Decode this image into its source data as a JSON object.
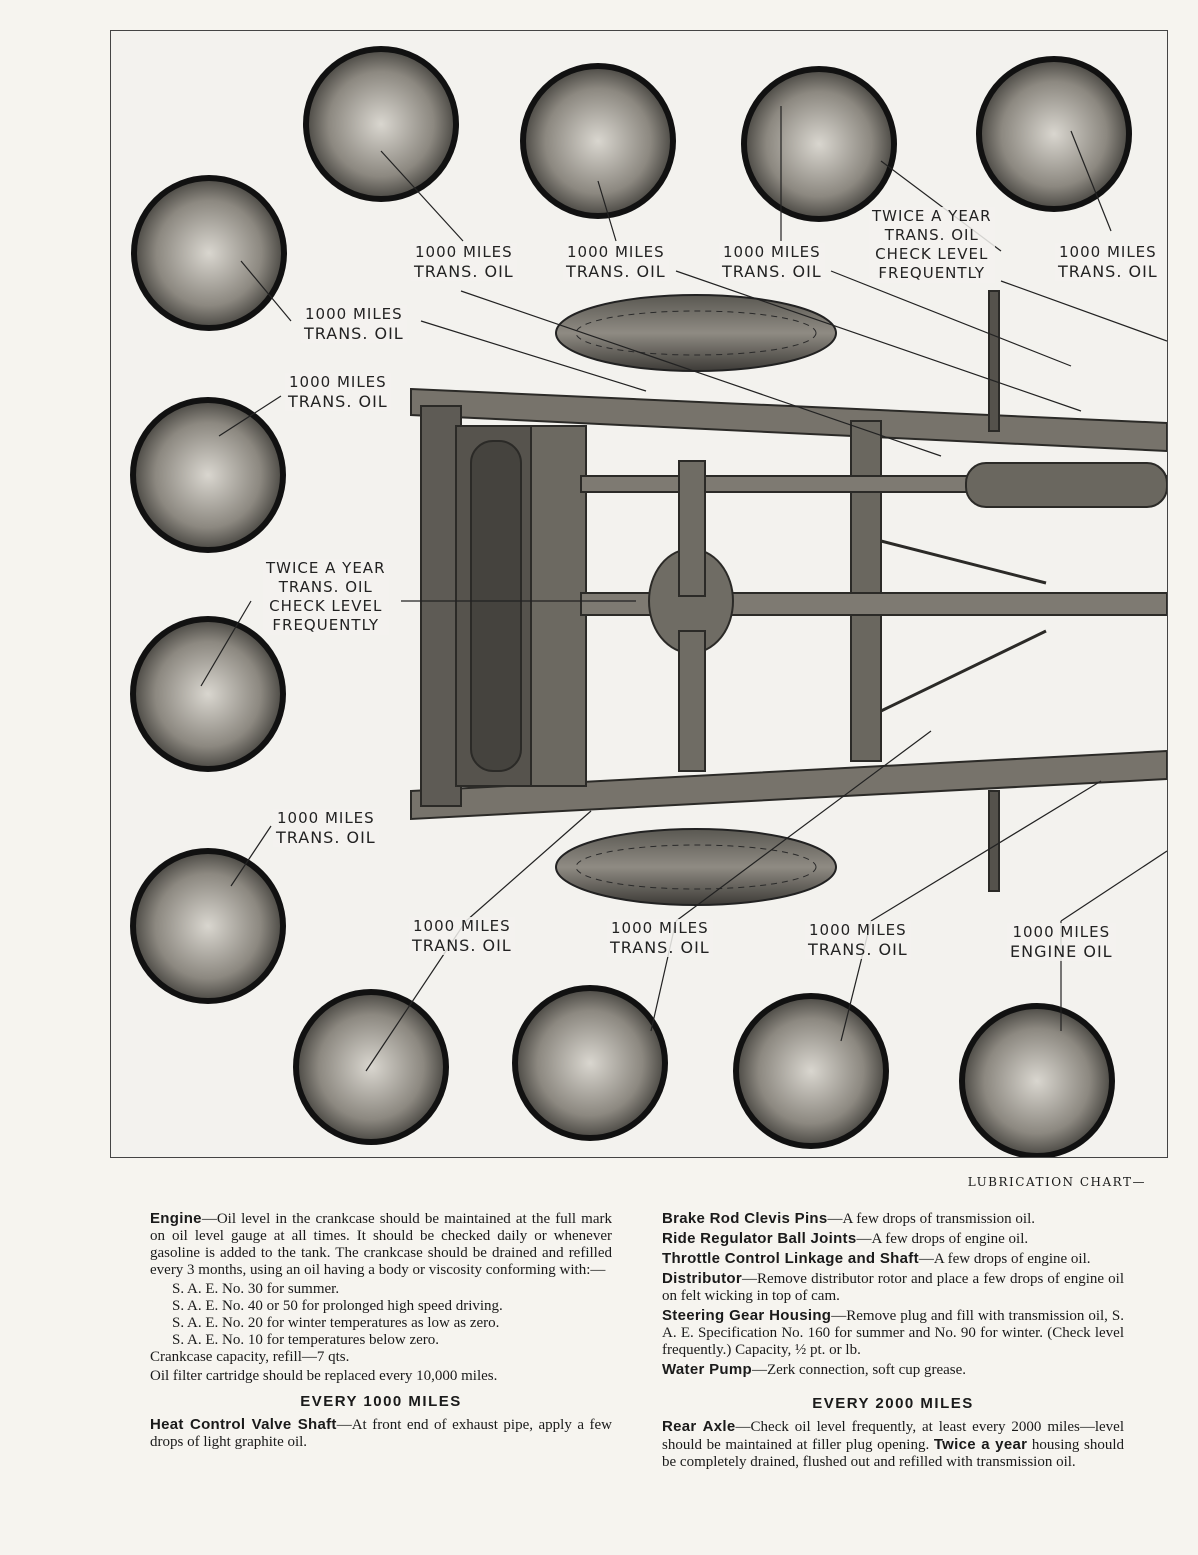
{
  "figure": {
    "callouts": [
      {
        "id": "top-1",
        "lines": [
          "1000 MILES",
          "TRANS. OIL"
        ]
      },
      {
        "id": "top-2",
        "lines": [
          "1000 MILES",
          "TRANS. OIL"
        ]
      },
      {
        "id": "top-3",
        "lines": [
          "1000 MILES",
          "TRANS. OIL"
        ]
      },
      {
        "id": "top-4",
        "lines": [
          "TWICE A YEAR",
          "TRANS. OIL",
          "CHECK LEVEL",
          "FREQUENTLY"
        ]
      },
      {
        "id": "top-5",
        "lines": [
          "1000 MILES",
          "TRANS. OIL"
        ]
      },
      {
        "id": "left-1",
        "lines": [
          "1000 MILES",
          "TRANS. OIL"
        ]
      },
      {
        "id": "left-2",
        "lines": [
          "1000 MILES",
          "TRANS. OIL"
        ]
      },
      {
        "id": "left-3",
        "lines": [
          "TWICE A YEAR",
          "TRANS. OIL",
          "CHECK LEVEL",
          "FREQUENTLY"
        ]
      },
      {
        "id": "left-4",
        "lines": [
          "1000 MILES",
          "TRANS. OIL"
        ]
      },
      {
        "id": "bottom-1",
        "lines": [
          "1000 MILES",
          "TRANS. OIL"
        ]
      },
      {
        "id": "bottom-2",
        "lines": [
          "1000 MILES",
          "TRANS. OIL"
        ]
      },
      {
        "id": "bottom-3",
        "lines": [
          "1000 MILES",
          "TRANS. OIL"
        ]
      },
      {
        "id": "bottom-4",
        "lines": [
          "1000 MILES",
          "ENGINE OIL"
        ]
      }
    ],
    "caption": "LUBRICATION CHART—"
  },
  "left_column": {
    "engine_title": "Engine",
    "engine_text": "—Oil level in the crankcase should be maintained at the full mark on oil level gauge at all times. It should be checked daily or whenever gasoline is added to the tank. The crankcase should be drained and refilled every 3 months, using an oil having a body or viscosity conforming with:—",
    "specs": [
      "S. A. E. No. 30 for summer.",
      "S. A. E. No. 40 or 50 for prolonged high speed driving.",
      "S. A. E. No. 20 for winter temperatures as low as zero.",
      "S. A. E. No. 10 for temperatures below zero."
    ],
    "crankcase": "Crankcase capacity, refill—7 qts.",
    "oil_filter": "Oil filter cartridge should be replaced every 10,000 miles.",
    "section_1000": "EVERY 1000 MILES",
    "heat_title": "Heat Control Valve Shaft",
    "heat_text": "—At front end of exhaust pipe, apply a few drops of light graphite oil."
  },
  "right_column": {
    "items": [
      {
        "title": "Brake Rod Clevis Pins",
        "text": "—A few drops of transmission oil."
      },
      {
        "title": "Ride Regulator Ball Joints",
        "text": "—A few drops of engine oil."
      },
      {
        "title": "Throttle Control Linkage and Shaft",
        "text": "—A few drops of engine oil."
      },
      {
        "title": "Distributor",
        "text": "—Remove distributor rotor and place a few drops of engine oil on felt wicking in top of cam."
      },
      {
        "title": "Steering Gear Housing",
        "text": "—Remove plug and fill with transmission oil, S. A. E. Specification No. 160 for summer and No. 90 for winter. (Check level frequently.) Capacity, ½ pt. or lb."
      },
      {
        "title": "Water Pump",
        "text": "—Zerk connection, soft cup grease."
      }
    ],
    "section_2000": "EVERY 2000 MILES",
    "rear_axle_title": "Rear Axle",
    "rear_axle_text": "—Check oil level frequently, at least every 2000 miles—level should be maintained at filler plug opening. ",
    "twice_year_title": "Twice a year",
    "twice_year_text": " housing should be completely drained, flushed out and refilled with transmission oil."
  }
}
